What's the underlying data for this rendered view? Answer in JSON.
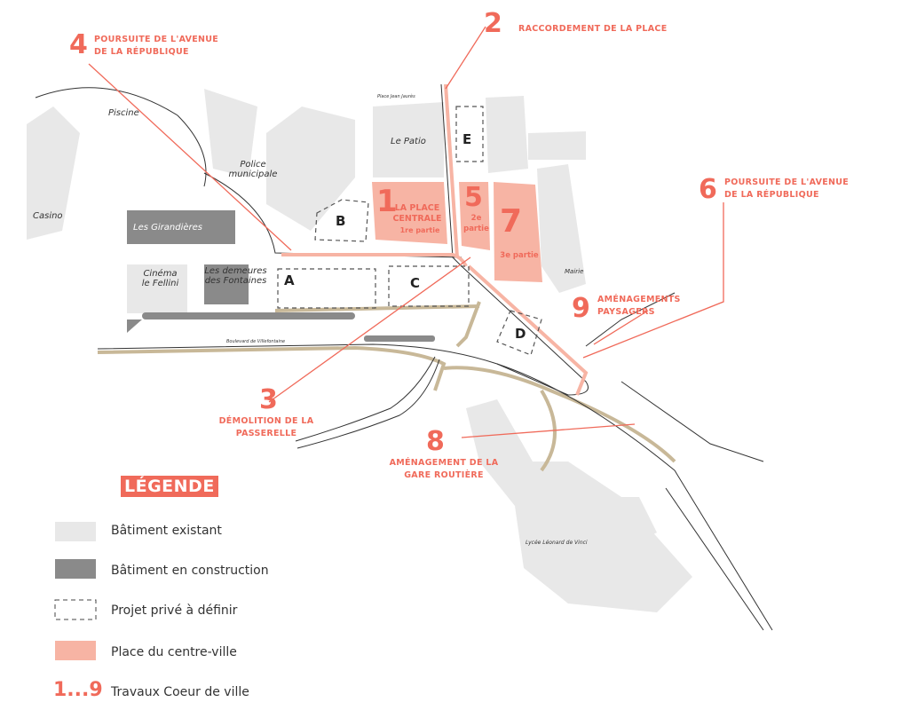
{
  "places": {
    "piscine": "Piscine",
    "casino": "Casino",
    "police": "Police municipale",
    "girandieres": "Les Girandières",
    "cinema": "Cinéma le Fellini",
    "demeures": "Les demeures des Fontaines",
    "le_patio": "Le Patio",
    "place_jean_jaures": "Place Jean Jaurès",
    "mairie": "Mairie",
    "boulevard": "Boulevard de Villefontaine",
    "lycee": "Lycée Léonard de Vinci"
  },
  "lots": [
    "A",
    "B",
    "C",
    "D",
    "E"
  ],
  "places_centre": [
    {
      "number": "1",
      "title": "LA PLACE CENTRALE",
      "sub": "1re partie"
    },
    {
      "number": "5",
      "sub": "2e partie"
    },
    {
      "number": "7",
      "sub": "3e partie"
    }
  ],
  "callouts": [
    {
      "number": "2",
      "text": "RACCORDEMENT DE LA PLACE"
    },
    {
      "number": "3",
      "text": "DÉMOLITION DE LA PASSERELLE"
    },
    {
      "number": "4",
      "text": "POURSUITE DE L'AVENUE DE LA RÉPUBLIQUE"
    },
    {
      "number": "6",
      "text": "POURSUITE DE L'AVENUE DE LA RÉPUBLIQUE"
    },
    {
      "number": "8",
      "text": "AMÉNAGEMENT DE LA GARE ROUTIÈRE"
    },
    {
      "number": "9",
      "text": "AMÉNAGEMENTS PAYSAGERS"
    }
  ],
  "legend": {
    "title": "LÉGENDE",
    "items": [
      {
        "label": "Bâtiment existant",
        "color": "#e8e8e8"
      },
      {
        "label": "Bâtiment en construction",
        "color": "#8a8a8a"
      },
      {
        "label": "Projet privé à définir"
      },
      {
        "label": "Place du centre-ville",
        "color": "#f7b4a4"
      },
      {
        "symbol": "1...9",
        "label": "Travaux Coeur de ville"
      }
    ]
  },
  "colors": {
    "accent": "#f06a5a",
    "place": "#f7b4a4",
    "building": "#e8e8e8",
    "construction": "#8a8a8a",
    "path": "#c8b898"
  }
}
